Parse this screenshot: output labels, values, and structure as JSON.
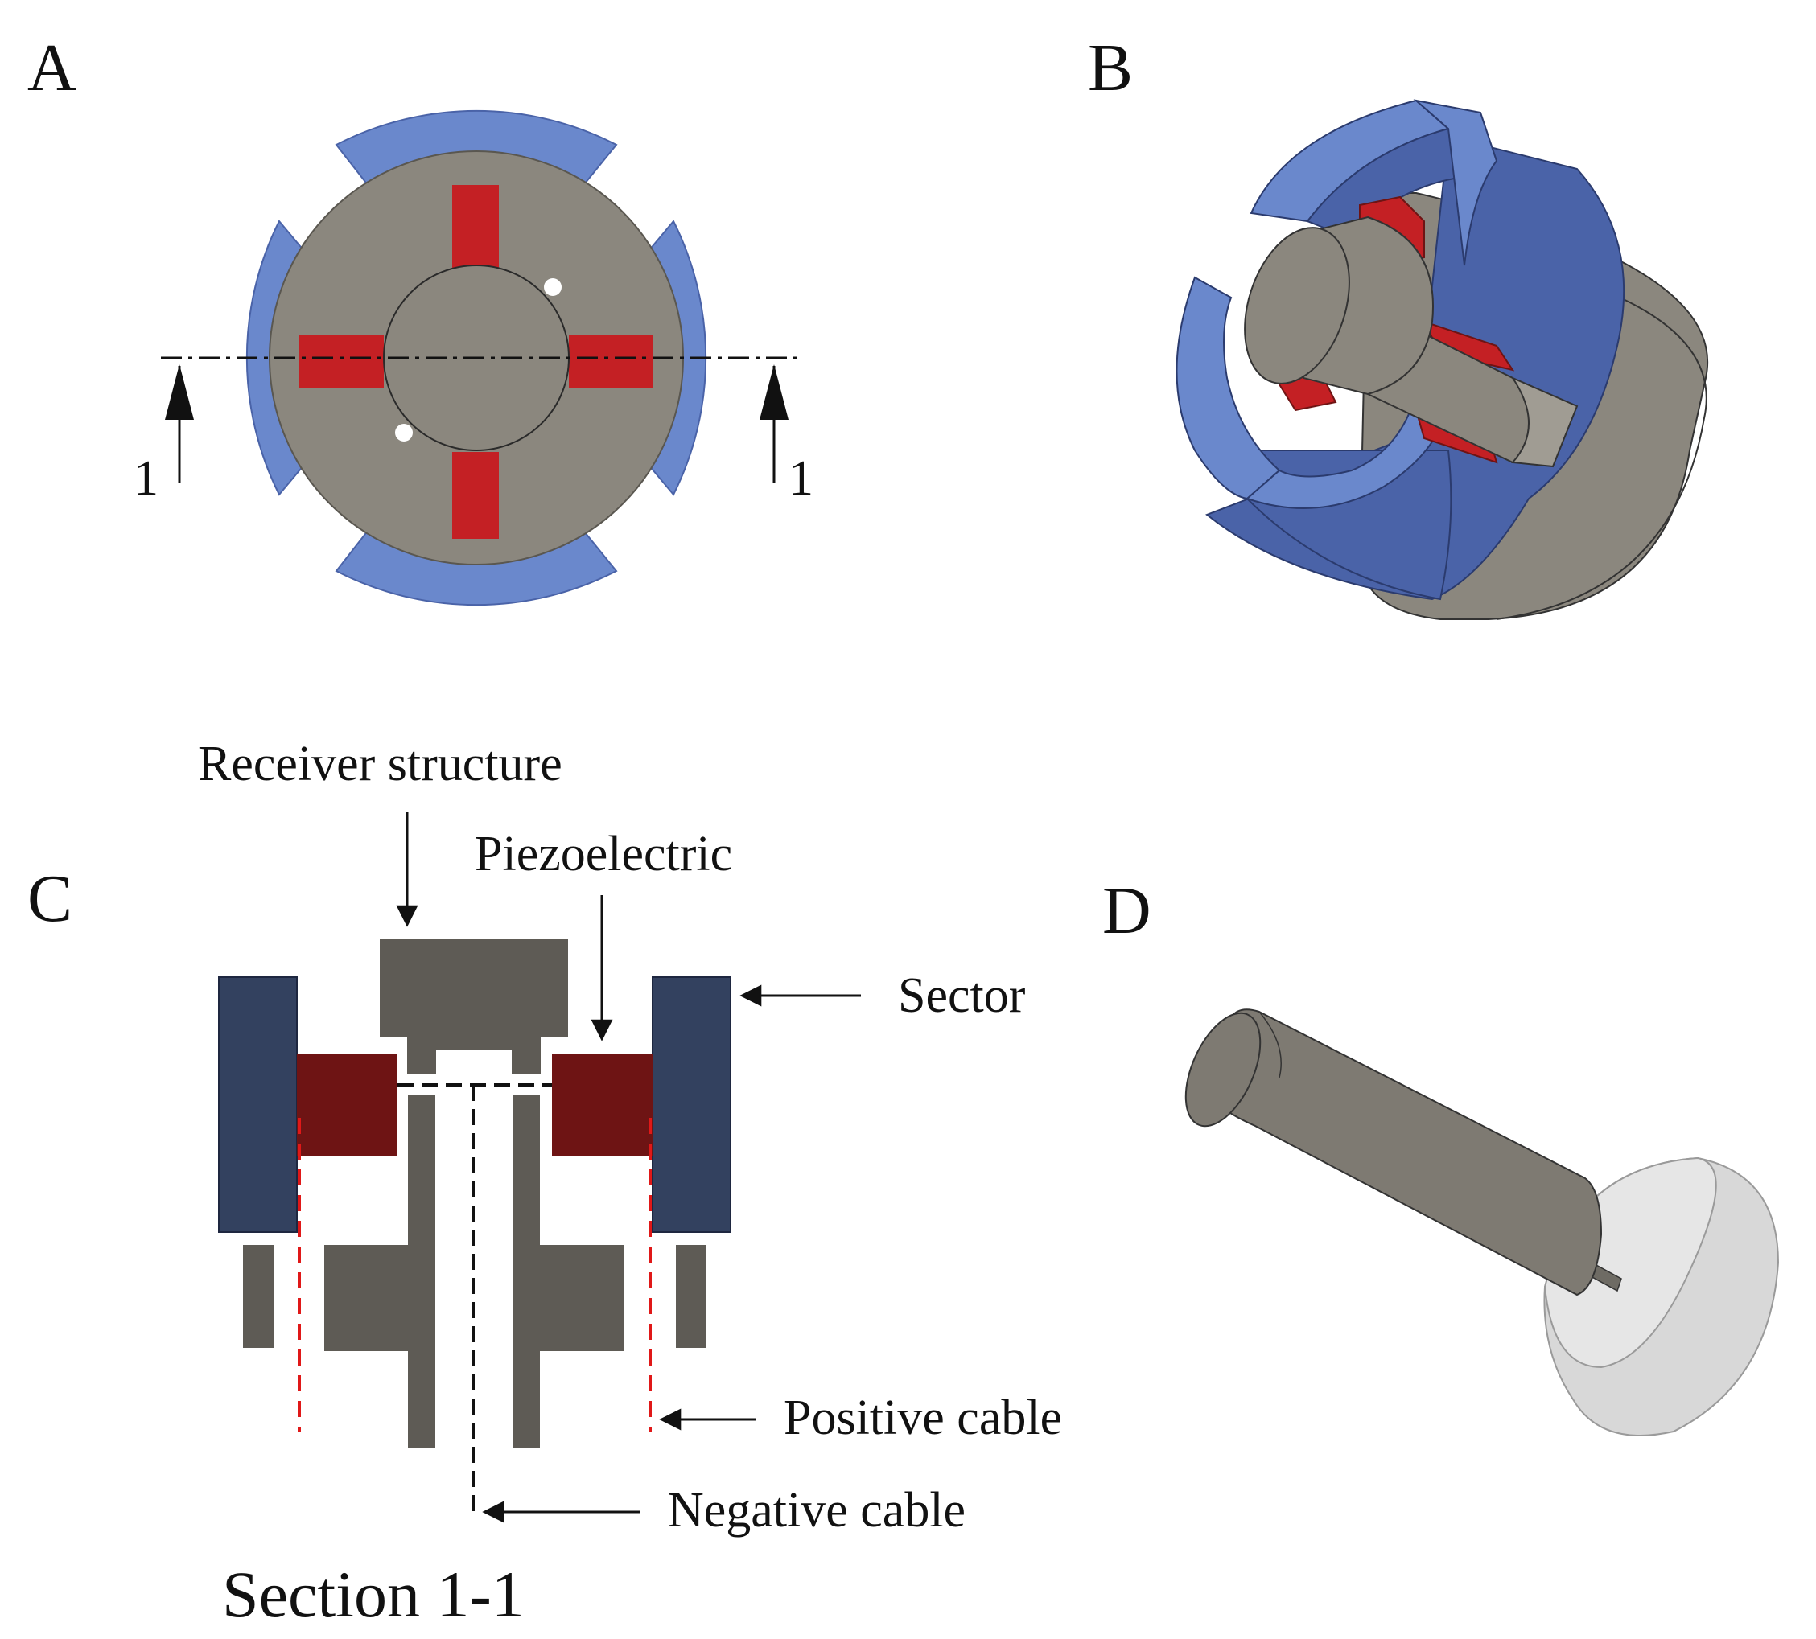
{
  "panels": {
    "a": {
      "letter": "A",
      "section_marker_left": "1",
      "section_marker_right": "1"
    },
    "b": {
      "letter": "B"
    },
    "c": {
      "letter": "C",
      "labels": {
        "receiver": "Receiver structure",
        "piezo": "Piezoelectric",
        "sector": "Sector",
        "positive": "Positive cable",
        "negative": "Negative cable"
      },
      "title": "Section 1-1"
    },
    "d": {
      "letter": "D"
    }
  },
  "colors": {
    "sector_blue": "#6a88cc",
    "sector_blue_dark": "#4a63a8",
    "sector_navy": "#33415f",
    "piezo_red": "#c42024",
    "piezo_dark_red": "#6e1414",
    "body_gray": "#8b877e",
    "section_gray": "#5e5b55",
    "base_light_gray": "#d8d8d8",
    "positive_cable": "#e01818",
    "negative_cable": "#111111"
  }
}
